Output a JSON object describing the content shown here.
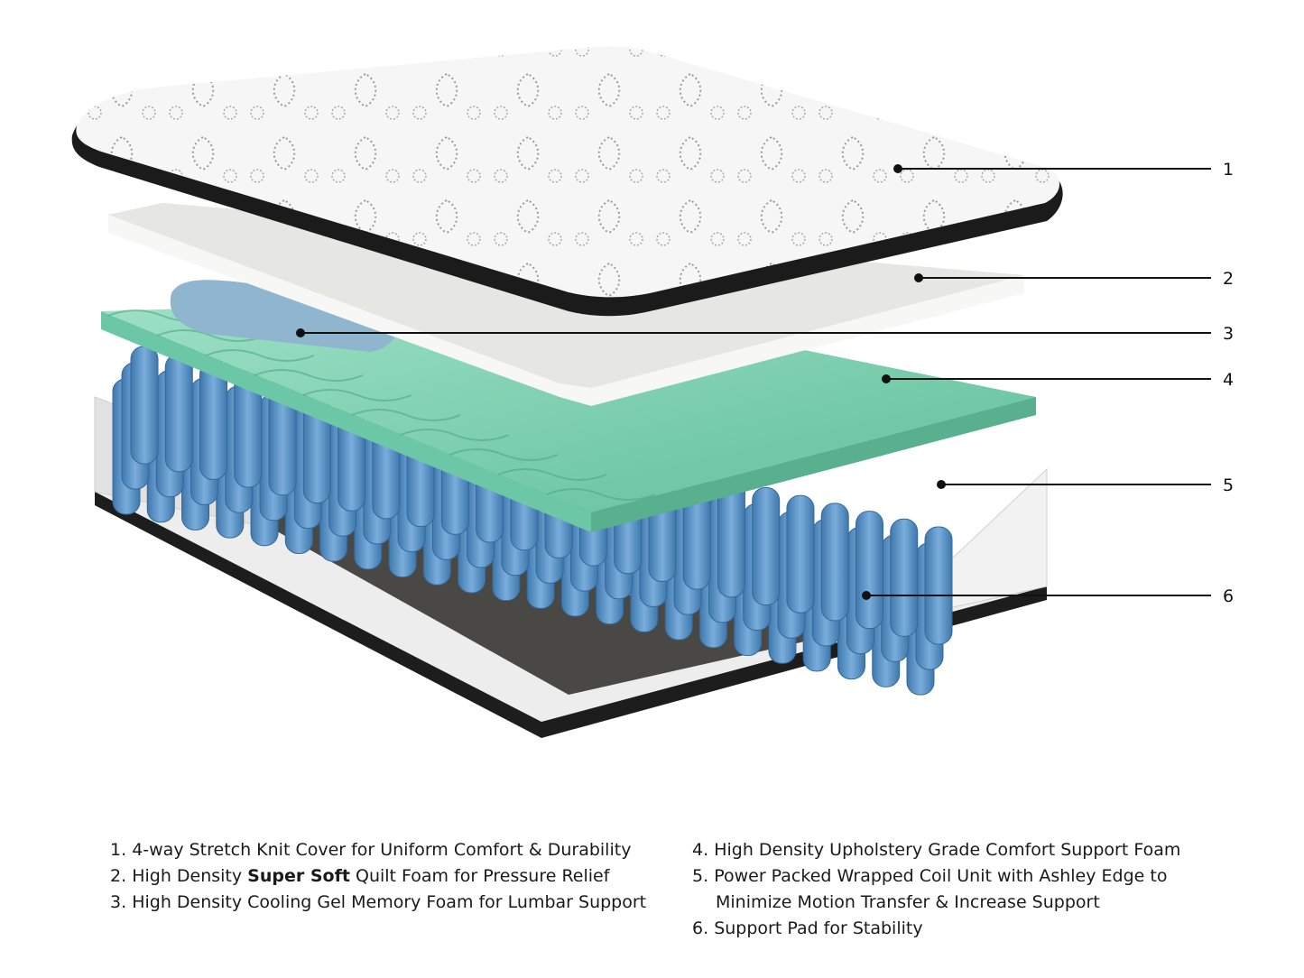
{
  "callouts": [
    "1",
    "2",
    "3",
    "4",
    "5",
    "6"
  ],
  "legend": {
    "items": [
      {
        "num": "1.",
        "pre": "4-way Stretch Knit Cover for Uniform Comfort & Durability",
        "bold": "",
        "post": "",
        "cont": ""
      },
      {
        "num": "2.",
        "pre": "High Density ",
        "bold": "Super Soft",
        "post": " Quilt Foam for Pressure Relief",
        "cont": ""
      },
      {
        "num": "3.",
        "pre": "High Density Cooling Gel Memory Foam for Lumbar Support",
        "bold": "",
        "post": "",
        "cont": ""
      },
      {
        "num": "4.",
        "pre": "High Density Upholstery Grade Comfort Support Foam",
        "bold": "",
        "post": "",
        "cont": ""
      },
      {
        "num": "5.",
        "pre": "Power Packed Wrapped Coil Unit with Ashley Edge to",
        "bold": "",
        "post": "",
        "cont": "Minimize Motion Transfer & Increase Support"
      },
      {
        "num": "6.",
        "pre": "Support Pad for Stability",
        "bold": "",
        "post": "",
        "cont": ""
      }
    ]
  },
  "colors": {
    "cover": "#f4f4f4",
    "cover_edge": "#1b1b1b",
    "quilt_foam": "#e8e8e6",
    "gel_foam": "#8fb5cf",
    "comfort_foam": "#7fd3b4",
    "coils": "#5f96c9",
    "support_pad": "#4a4844",
    "base": "#ededed"
  }
}
